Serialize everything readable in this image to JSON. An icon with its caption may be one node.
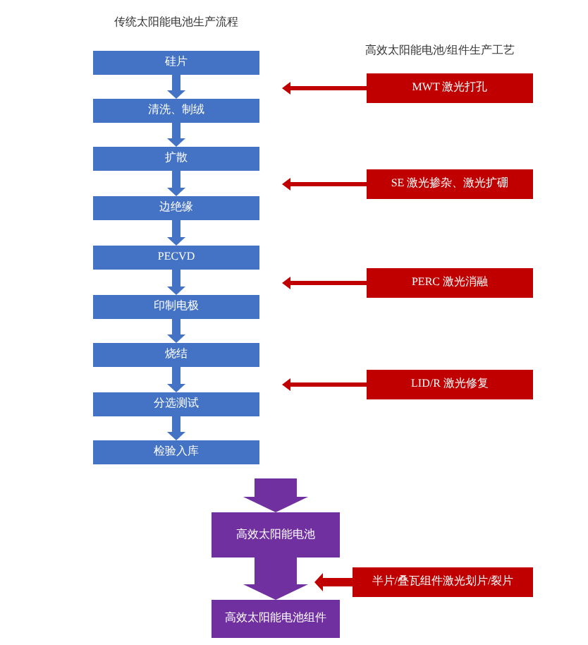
{
  "diagram": {
    "nodes": [
      {
        "text": [
          "硅片"
        ]
      },
      {
        "text": [
          "清洗、制绒"
        ]
      },
      {
        "text": [
          "扩散"
        ]
      },
      {
        "text": [
          "边绝缘"
        ]
      },
      {
        "text": [
          "PECVD"
        ]
      },
      {
        "text": [
          "印制电极"
        ]
      },
      {
        "text": [
          "烧结"
        ]
      },
      {
        "text": [
          "分选测试"
        ]
      },
      {
        "text": [
          "检验入库"
        ]
      },
      {
        "text": [
          "高效太阳能电池"
        ]
      },
      {
        "text": [
          "高效太阳能电池组件"
        ]
      },
      {
        "text": [
          "MWT 激光打孔"
        ]
      },
      {
        "text": [
          "SE 激光掺杂、激光扩硼"
        ]
      },
      {
        "text": [
          "PERC 激光消融"
        ]
      },
      {
        "text": [
          "LID/R 激光修复"
        ]
      },
      {
        "text": [
          "半片/叠瓦组件激光划片/裂片"
        ]
      }
    ],
    "edges": [
      {
        "from": 0,
        "to": 1,
        "arrow": "to"
      },
      {
        "from": 1,
        "to": 2,
        "arrow": "to"
      },
      {
        "from": 2,
        "to": 3,
        "arrow": "to"
      },
      {
        "from": 3,
        "to": 4,
        "arrow": "to"
      },
      {
        "from": 4,
        "to": 5,
        "arrow": "to"
      },
      {
        "from": 5,
        "to": 6,
        "arrow": "to"
      },
      {
        "from": 6,
        "to": 7,
        "arrow": "to"
      },
      {
        "from": 7,
        "to": 8,
        "arrow": "to"
      },
      {
        "from": null,
        "to": 9,
        "arrow": "to",
        "style": "thick",
        "color": "#7030a0"
      },
      {
        "from": 9,
        "to": 10,
        "arrow": "to",
        "style": "thick",
        "color": "#7030a0"
      },
      {
        "from": 11,
        "to": 0,
        "arrow": "to",
        "color": "#c00000"
      },
      {
        "from": 12,
        "to": 2,
        "arrow": "to",
        "color": "#c00000"
      },
      {
        "from": 13,
        "to": 4,
        "arrow": "to",
        "color": "#c00000"
      },
      {
        "from": 14,
        "to": 6,
        "arrow": "to",
        "color": "#c00000"
      },
      {
        "from": 15,
        "to": 10,
        "arrow": "to",
        "color": "#c00000"
      }
    ],
    "labels": [
      "传统太阳能电池生产流程",
      "高效太阳能电池/组件生产工艺"
    ]
  }
}
